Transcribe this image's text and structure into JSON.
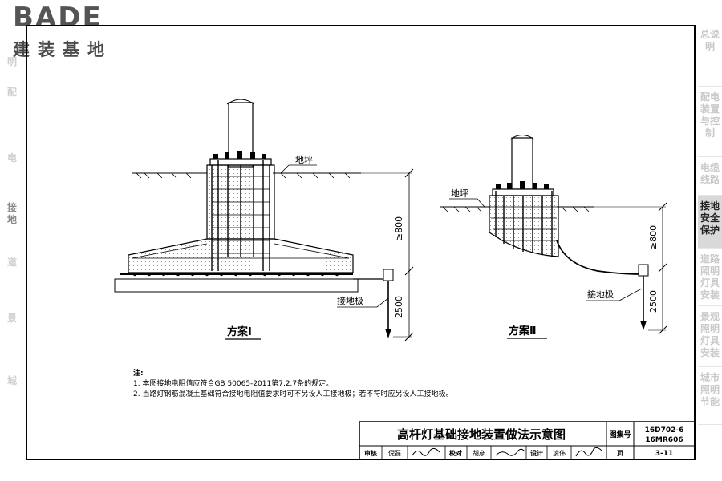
{
  "logo": {
    "brand": "BADE",
    "subtitle": "建装基地"
  },
  "left_strip": [
    "明",
    "配",
    "电",
    "接地",
    "道",
    "景",
    "城"
  ],
  "sidebar": [
    {
      "label": "总说明",
      "active": false
    },
    {
      "label": "配电装置与控制",
      "active": false
    },
    {
      "label": "电缆线路",
      "active": false
    },
    {
      "label": "接地安全保护",
      "active": true
    },
    {
      "label": "道路照明灯具安装",
      "active": false
    },
    {
      "label": "景观照明灯具安装",
      "active": false
    },
    {
      "label": "城市照明节能",
      "active": false
    }
  ],
  "drawing": {
    "scheme1": {
      "title": "方案Ⅰ",
      "ground_label": "地坪",
      "electrode_label": "接地极",
      "dim_depth": "≥800",
      "dim_length": "2500"
    },
    "scheme2": {
      "title": "方案Ⅱ",
      "ground_label": "地坪",
      "electrode_label": "接地极",
      "dim_depth": "≥800",
      "dim_length": "2500"
    },
    "notes_title": "注:",
    "notes": [
      "1. 本图接地电阻值应符合GB 50065-2011第7.2.7条的规定。",
      "2. 当路灯钢筋混凝土基础符合接地电阻值要求时可不另设人工接地极；若不符时应另设人工接地极。"
    ]
  },
  "title_block": {
    "title": "高杆灯基础接地装置做法示意图",
    "atlas_label": "图集号",
    "atlas_no_1": "16D702-6",
    "atlas_no_2": "16MR606",
    "review_label": "审核",
    "reviewer": "倪磊",
    "check_label": "校对",
    "checker": "胡彦",
    "design_label": "设计",
    "designer": "凌伟",
    "page_label": "页",
    "page": "3-11"
  }
}
